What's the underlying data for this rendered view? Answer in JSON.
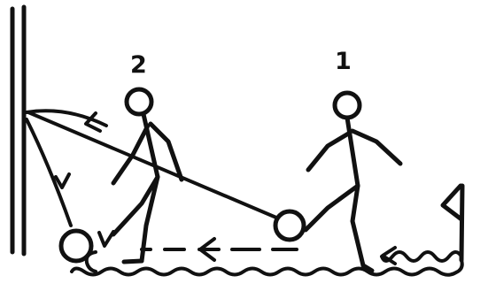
{
  "players": [
    {
      "label": "2"
    },
    {
      "label": "1"
    }
  ],
  "colors": {
    "ink": "#111111",
    "background": "#ffffff"
  },
  "elements": [
    "wall",
    "ball-at-kick",
    "ball-rebound",
    "cone-flag",
    "wavy-dribble-path",
    "dashed-pass-arrow",
    "shot-line-to-wall",
    "rebound-curve-arrow"
  ]
}
